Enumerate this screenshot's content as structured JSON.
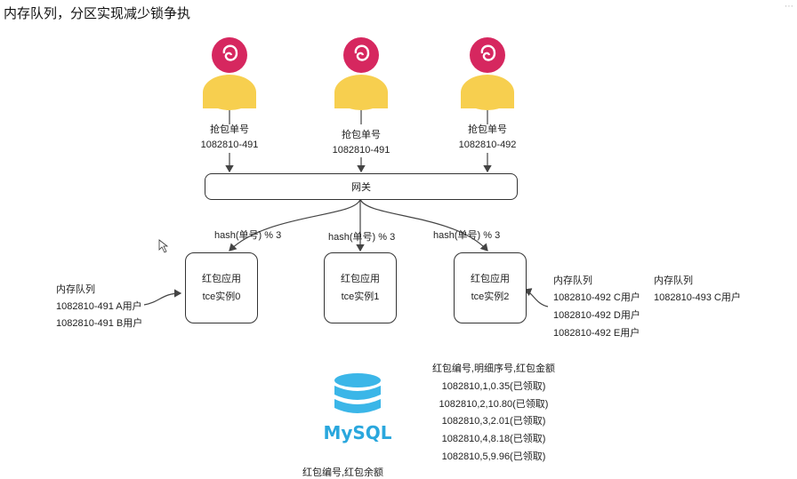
{
  "title": "内存队列，分区实现减少锁争执",
  "colors": {
    "user_head": "#d6275f",
    "user_body": "#f7cf4f",
    "mysql_blue": "#3bb6e8",
    "mysql_text": "#2aa7dd",
    "line": "#444444"
  },
  "users": [
    {
      "label": "抢包单号",
      "order": "1082810-491"
    },
    {
      "label": "抢包单号",
      "order": "1082810-491"
    },
    {
      "label": "抢包单号",
      "order": "1082810-492"
    }
  ],
  "gateway": "网关",
  "hash_labels": [
    "hash(单号) % 3",
    "hash(单号) % 3",
    "hash(单号) % 3"
  ],
  "apps": [
    {
      "name": "红包应用",
      "instance": "tce实例0"
    },
    {
      "name": "红包应用",
      "instance": "tce实例1"
    },
    {
      "name": "红包应用",
      "instance": "tce实例2"
    }
  ],
  "left_queue": {
    "title": "内存队列",
    "items": [
      "1082810-491 A用户",
      "1082810-491 B用户"
    ]
  },
  "right_queue": {
    "title": "内存队列",
    "items": [
      "1082810-492 C用户",
      "1082810-492 D用户",
      "1082810-492 E用户"
    ]
  },
  "far_right_queue": {
    "title": "内存队列",
    "items": [
      "1082810-493 C用户"
    ]
  },
  "mysql_logo": "MySQL",
  "mysql_caption": "红包编号,红包余额",
  "detail_table": {
    "header": "红包编号,明细序号,红包金额",
    "rows": [
      "1082810,1,0.35(已领取)",
      "1082810,2,10.80(已领取)",
      "1082810,3,2.01(已领取)",
      "1082810,4,8.18(已领取)",
      "1082810,5,9.96(已领取)"
    ]
  },
  "corner_glyph": "⋯"
}
